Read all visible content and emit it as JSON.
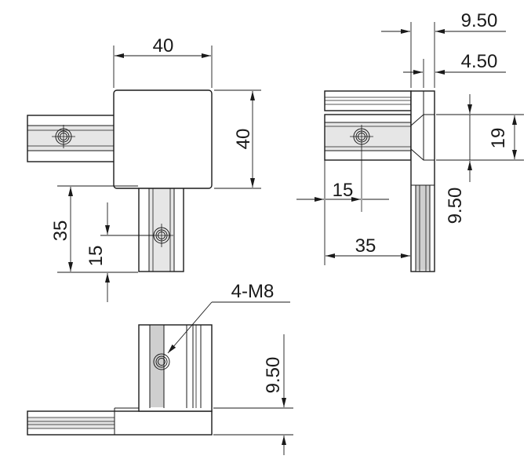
{
  "drawing": {
    "top_view": {
      "width_dim": "40",
      "height_dim": "40",
      "leg_length_dim": "35",
      "hole_offset_dim": "15"
    },
    "side_view": {
      "flange_dim": "9.50",
      "lip_dim": "4.50",
      "slot_dim": "19",
      "lower_flange_dim": "9.50",
      "hole_offset_dim": "15",
      "depth_dim": "35"
    },
    "front_view": {
      "thread_callout": "4-M8",
      "base_height_dim": "9.50"
    }
  }
}
